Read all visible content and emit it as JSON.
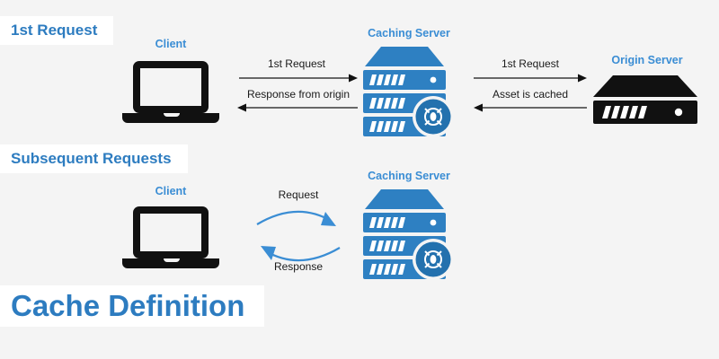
{
  "canvas": {
    "background": "#f4f4f4",
    "accent_blue": "#3a8dd4",
    "server_blue": "#2e80c2",
    "server_blue_dark": "#2371ae",
    "black": "#111111",
    "arrow_gray": "#3a3a3a"
  },
  "banners": {
    "first_request": "1st Request",
    "subsequent_requests": "Subsequent Requests",
    "title": "Cache Definition"
  },
  "section_first": {
    "client": {
      "label": "Client",
      "icon": "laptop-icon"
    },
    "caching_server": {
      "label": "Caching Server",
      "icon": "server-rack-icon"
    },
    "origin_server": {
      "label": "Origin Server",
      "icon": "server-unit-icon"
    },
    "arrows": [
      {
        "name": "client-to-cache-request",
        "label": "1st Request",
        "direction": "right"
      },
      {
        "name": "cache-to-client-response",
        "label": "Response from origin",
        "direction": "left"
      },
      {
        "name": "cache-to-origin-request",
        "label": "1st Request",
        "direction": "right"
      },
      {
        "name": "origin-to-cache-cached",
        "label": "Asset is cached",
        "direction": "left"
      }
    ]
  },
  "section_subsequent": {
    "client": {
      "label": "Client",
      "icon": "laptop-icon"
    },
    "caching_server": {
      "label": "Caching Server",
      "icon": "server-rack-icon"
    },
    "arrows": [
      {
        "name": "request-curve",
        "label": "Request",
        "direction": "right"
      },
      {
        "name": "response-curve",
        "label": "Response",
        "direction": "left"
      }
    ]
  }
}
